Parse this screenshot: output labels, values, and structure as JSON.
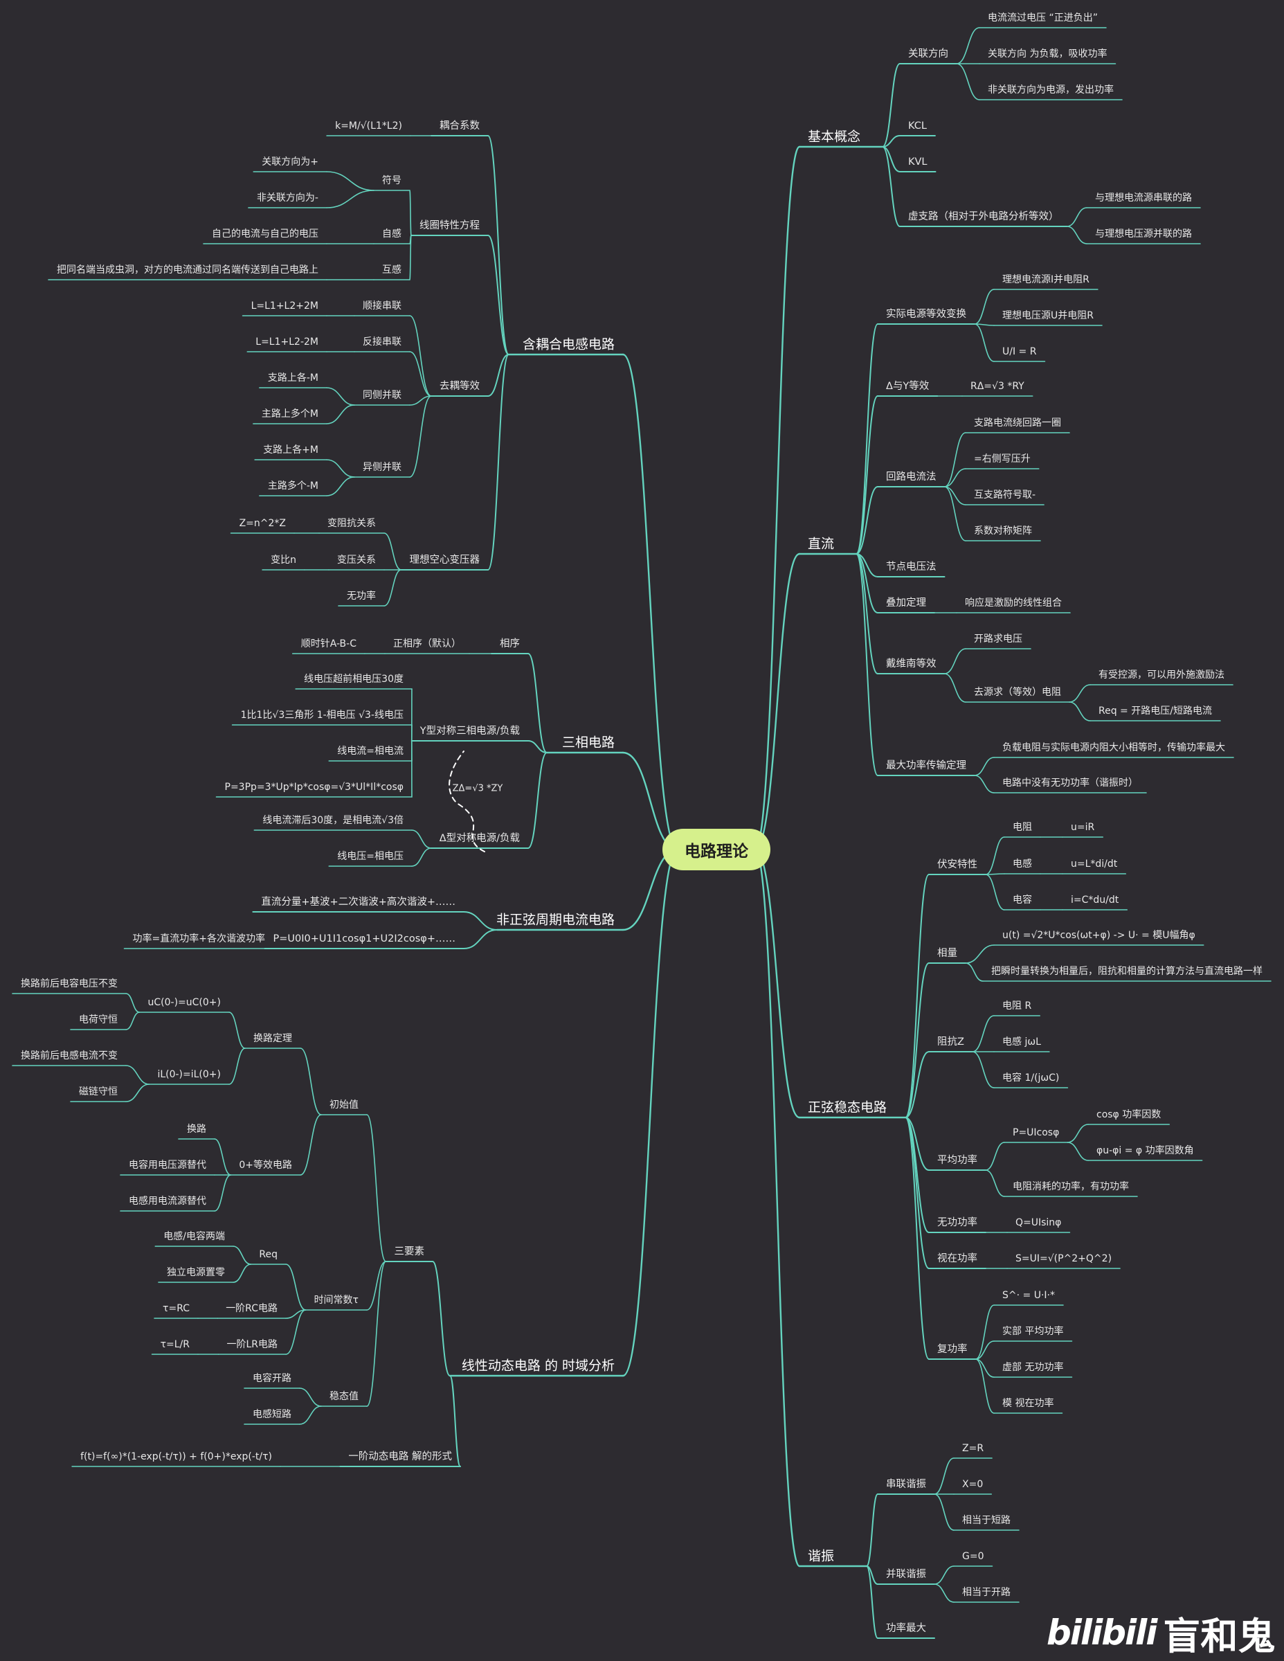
{
  "colors": {
    "background": "#2d2b30",
    "line": "#64d4bf",
    "root_fill": "#d6f08c",
    "text": "#e8e8e8"
  },
  "root": "电路理论",
  "watermark": {
    "logo": "bilibili",
    "name": "盲和鬼"
  },
  "left": [
    {
      "label": "含耦合电感电路",
      "children": [
        {
          "label": "耦合系数",
          "children": [
            {
              "label": "k=M/√(L1*L2)"
            }
          ]
        },
        {
          "label": "线圈特性方程",
          "children": [
            {
              "label": "符号",
              "children": [
                {
                  "label": "关联方向为+"
                },
                {
                  "label": "非关联方向为-"
                }
              ]
            },
            {
              "label": "自感",
              "children": [
                {
                  "label": "自己的电流与自己的电压"
                }
              ]
            },
            {
              "label": "互感",
              "children": [
                {
                  "label": "把同名端当成虫洞，对方的电流通过同名端传送到自己电路上"
                }
              ]
            }
          ]
        },
        {
          "label": "去耦等效",
          "children": [
            {
              "label": "顺接串联",
              "children": [
                {
                  "label": "L=L1+L2+2M"
                }
              ]
            },
            {
              "label": "反接串联",
              "children": [
                {
                  "label": "L=L1+L2-2M"
                }
              ]
            },
            {
              "label": "同侧并联",
              "children": [
                {
                  "label": "支路上各-M"
                },
                {
                  "label": "主路上多个M"
                }
              ]
            },
            {
              "label": "异侧并联",
              "children": [
                {
                  "label": "支路上各+M"
                },
                {
                  "label": "主路多个-M"
                }
              ]
            }
          ]
        },
        {
          "label": "理想空心变压器",
          "children": [
            {
              "label": "变阻抗关系",
              "children": [
                {
                  "label": "Z=n^2*Z"
                }
              ]
            },
            {
              "label": "变压关系",
              "children": [
                {
                  "label": "变比n"
                }
              ]
            },
            {
              "label": "无功率"
            }
          ]
        }
      ]
    },
    {
      "label": "三相电路",
      "children": [
        {
          "label": "相序",
          "children": [
            {
              "label": "正相序（默认）",
              "children": [
                {
                  "label": "顺时针A-B-C"
                }
              ]
            }
          ]
        },
        {
          "label": "Y型对称三相电源/负载",
          "children": [
            {
              "label": "线电压超前相电压30度"
            },
            {
              "label": "1比1比√3三角形  1-相电压 √3-线电压"
            },
            {
              "label": "线电流=相电流"
            },
            {
              "label": "P=3Pp=3*Up*Ip*cosφ=√3*Ul*Il*cosφ"
            }
          ]
        },
        {
          "label": "Δ型对称电源/负载",
          "children": [
            {
              "label": "线电流滞后30度，是相电流√3倍"
            },
            {
              "label": "线电压=相电压"
            }
          ]
        }
      ]
    },
    {
      "label": "非正弦周期电流电路",
      "children": [
        {
          "label": "直流分量+基波+二次谐波+高次谐波+……"
        },
        {
          "label": "P=U0I0+U1I1cosφ1+U2I2cosφ+……",
          "children": [
            {
              "label": "功率=直流功率+各次谐波功率"
            }
          ]
        }
      ]
    },
    {
      "label": "线性动态电路 的 时域分析",
      "children": [
        {
          "label": "三要素",
          "children": [
            {
              "label": "初始值",
              "children": [
                {
                  "label": "换路定理",
                  "children": [
                    {
                      "label": "uC(0-)=uC(0+)",
                      "children": [
                        {
                          "label": "换路前后电容电压不变"
                        },
                        {
                          "label": "电荷守恒"
                        }
                      ]
                    },
                    {
                      "label": "iL(0-)=iL(0+)",
                      "children": [
                        {
                          "label": "换路前后电感电流不变"
                        },
                        {
                          "label": "磁链守恒"
                        }
                      ]
                    }
                  ]
                },
                {
                  "label": "0+等效电路",
                  "children": [
                    {
                      "label": "换路"
                    },
                    {
                      "label": "电容用电压源替代"
                    },
                    {
                      "label": "电感用电流源替代"
                    }
                  ]
                }
              ]
            },
            {
              "label": "时间常数τ",
              "children": [
                {
                  "label": "Req",
                  "children": [
                    {
                      "label": "电感/电容两端"
                    },
                    {
                      "label": "独立电源置零"
                    }
                  ]
                },
                {
                  "label": "一阶RC电路",
                  "children": [
                    {
                      "label": "τ=RC"
                    }
                  ]
                },
                {
                  "label": "一阶LR电路",
                  "children": [
                    {
                      "label": "τ=L/R"
                    }
                  ]
                }
              ]
            },
            {
              "label": "稳态值",
              "children": [
                {
                  "label": "电容开路"
                },
                {
                  "label": "电感短路"
                }
              ]
            }
          ]
        },
        {
          "label": "一阶动态电路 解的形式",
          "children": [
            {
              "label": "f(t)=f(∞)*(1-exp(-t/τ)) + f(0+)*exp(-t/τ)"
            }
          ]
        }
      ]
    }
  ],
  "right": [
    {
      "label": "基本概念",
      "children": [
        {
          "label": "关联方向",
          "children": [
            {
              "label": "电流流过电压 “正进负出”"
            },
            {
              "label": "关联方向 为负载，吸收功率"
            },
            {
              "label": "非关联方向为电源，发出功率"
            }
          ]
        },
        {
          "label": "KCL"
        },
        {
          "label": "KVL"
        },
        {
          "label": "虚支路（相对于外电路分析等效）",
          "children": [
            {
              "label": "与理想电流源串联的路"
            },
            {
              "label": "与理想电压源并联的路"
            }
          ]
        }
      ]
    },
    {
      "label": "直流",
      "children": [
        {
          "label": "实际电源等效变换",
          "children": [
            {
              "label": "理想电流源I并电阻R"
            },
            {
              "label": "理想电压源U并电阻R"
            },
            {
              "label": "U/I = R"
            }
          ]
        },
        {
          "label": "Δ与Y等效",
          "children": [
            {
              "label": "RΔ=√3 *RY"
            }
          ]
        },
        {
          "label": "回路电流法",
          "children": [
            {
              "label": "支路电流绕回路一圈"
            },
            {
              "label": "=右侧写压升"
            },
            {
              "label": "互支路符号取-"
            },
            {
              "label": "系数对称矩阵"
            }
          ]
        },
        {
          "label": "节点电压法"
        },
        {
          "label": "叠加定理",
          "children": [
            {
              "label": "响应是激励的线性组合"
            }
          ]
        },
        {
          "label": "戴维南等效",
          "children": [
            {
              "label": "开路求电压"
            },
            {
              "label": "去源求（等效）电阻",
              "children": [
                {
                  "label": "有受控源，可以用外施激励法"
                },
                {
                  "label": "Req = 开路电压/短路电流"
                }
              ]
            }
          ]
        },
        {
          "label": "最大功率传输定理",
          "children": [
            {
              "label": "负载电阻与实际电源内阻大小相等时，传输功率最大"
            },
            {
              "label": "电路中没有无功功率（谐振时）"
            }
          ]
        }
      ]
    },
    {
      "label": "正弦稳态电路",
      "children": [
        {
          "label": "伏安特性",
          "children": [
            {
              "label": "电阻",
              "children": [
                {
                  "label": "u=iR"
                }
              ]
            },
            {
              "label": "电感",
              "children": [
                {
                  "label": "u=L*di/dt"
                }
              ]
            },
            {
              "label": "电容",
              "children": [
                {
                  "label": "i=C*du/dt"
                }
              ]
            }
          ]
        },
        {
          "label": "相量",
          "children": [
            {
              "label": "u(t) =√2*U*cos(ωt+φ) -> U· = 模U幅角φ"
            },
            {
              "label": "把瞬时量转换为相量后，阻抗和相量的计算方法与直流电路一样"
            }
          ]
        },
        {
          "label": "阻抗Z",
          "children": [
            {
              "label": "电阻 R"
            },
            {
              "label": "电感 jωL"
            },
            {
              "label": "电容 1/(jωC)"
            }
          ]
        },
        {
          "label": "平均功率",
          "children": [
            {
              "label": "P=UIcosφ",
              "children": [
                {
                  "label": "cosφ 功率因数"
                },
                {
                  "label": "φu-φi = φ 功率因数角"
                }
              ]
            },
            {
              "label": "电阻消耗的功率，有功功率"
            }
          ]
        },
        {
          "label": "无功功率",
          "children": [
            {
              "label": "Q=UIsinφ"
            }
          ]
        },
        {
          "label": "视在功率",
          "children": [
            {
              "label": "S=UI=√(P^2+Q^2)"
            }
          ]
        },
        {
          "label": "复功率",
          "children": [
            {
              "label": "S^· = U·I·*"
            },
            {
              "label": "实部 平均功率"
            },
            {
              "label": "虚部 无功功率"
            },
            {
              "label": "模 视在功率"
            }
          ]
        }
      ]
    },
    {
      "label": "谐振",
      "children": [
        {
          "label": "串联谐振",
          "children": [
            {
              "label": "Z=R"
            },
            {
              "label": "X=0"
            },
            {
              "label": "相当于短路"
            }
          ]
        },
        {
          "label": "并联谐振",
          "children": [
            {
              "label": "G=0"
            },
            {
              "label": "相当于开路"
            }
          ]
        },
        {
          "label": "功率最大"
        }
      ]
    }
  ],
  "notes": [
    {
      "label": "ZΔ=√3 *ZY"
    }
  ]
}
